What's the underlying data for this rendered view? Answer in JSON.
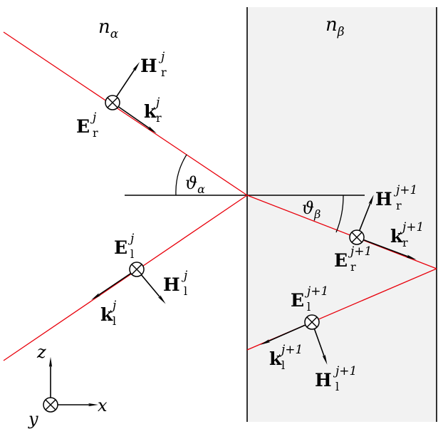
{
  "media": {
    "left_index": {
      "base": "n",
      "sub": "α"
    },
    "right_index": {
      "base": "n",
      "sub": "β"
    },
    "right_fill": "#f2f2f2"
  },
  "angles": {
    "alpha": {
      "base": "ϑ",
      "sub": "α"
    },
    "beta": {
      "base": "ϑ",
      "sub": "β"
    }
  },
  "vectors": {
    "E_r_j": {
      "base": "E",
      "sub": "r",
      "sup": "j"
    },
    "H_r_j": {
      "base": "H",
      "sub": "r",
      "sup": "j"
    },
    "k_r_j": {
      "base": "k",
      "sub": "r",
      "sup": "j"
    },
    "E_l_j": {
      "base": "E",
      "sub": "l",
      "sup": "j"
    },
    "H_l_j": {
      "base": "H",
      "sub": "l",
      "sup": "j"
    },
    "k_l_j": {
      "base": "k",
      "sub": "l",
      "sup": "j"
    },
    "E_r_j1": {
      "base": "E",
      "sub": "r",
      "sup": "j+1"
    },
    "H_r_j1": {
      "base": "H",
      "sub": "r",
      "sup": "j+1"
    },
    "k_r_j1": {
      "base": "k",
      "sub": "r",
      "sup": "j+1"
    },
    "E_l_j1": {
      "base": "E",
      "sub": "l",
      "sup": "j+1"
    },
    "H_l_j1": {
      "base": "H",
      "sub": "l",
      "sup": "j+1"
    },
    "k_l_j1": {
      "base": "k",
      "sub": "l",
      "sup": "j+1"
    }
  },
  "axes": {
    "x": "x",
    "y": "y",
    "z": "z"
  },
  "colors": {
    "ray": "#e8000b",
    "line": "#000000"
  }
}
